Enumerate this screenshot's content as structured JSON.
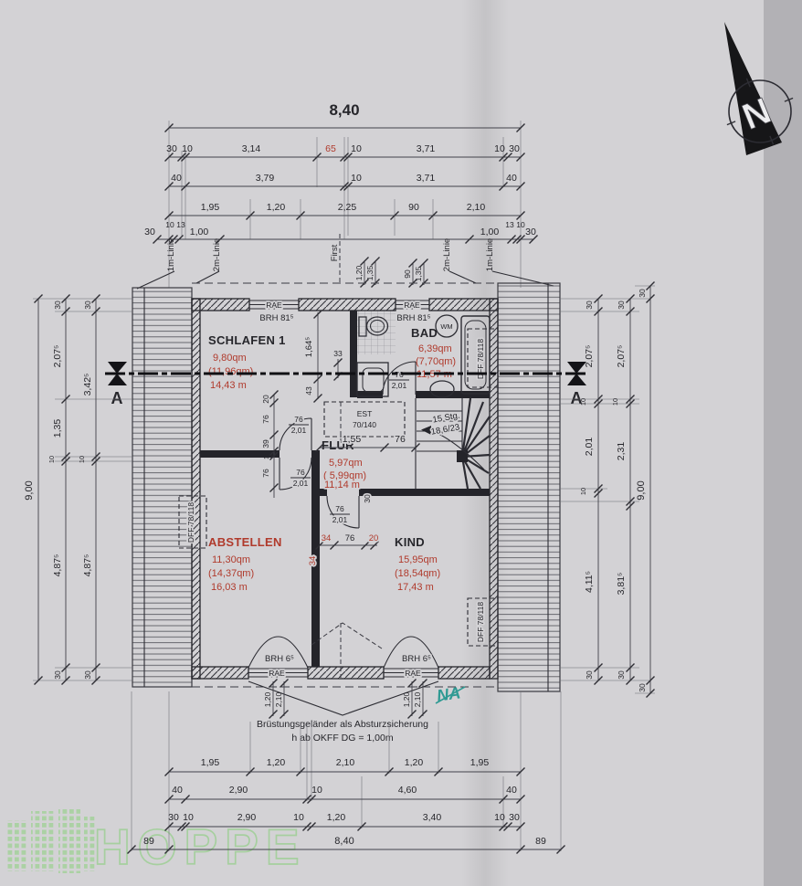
{
  "north": {
    "letter": "N"
  },
  "section": {
    "letter": "A"
  },
  "top": {
    "overall": "8,40",
    "r2": [
      "30",
      "10",
      "3,14",
      "65",
      "10",
      "3,71",
      "10",
      "30"
    ],
    "r3": [
      "40",
      "3,79",
      "10",
      "3,71",
      "40"
    ],
    "r4": [
      "1,95",
      "1,20",
      "2,25",
      "90",
      "2,10"
    ],
    "r5l": [
      "30",
      "10",
      "13",
      "1,00"
    ],
    "r5r": [
      "1,00",
      "13",
      "10",
      "30"
    ]
  },
  "roof": {
    "l1m": "1m-Linie",
    "l2m": "2m-Linie",
    "first": "First",
    "r2m": "2m-Linie",
    "r1m": "1m-Linie",
    "v120": "1,20",
    "v135": "1,35",
    "v90": "90"
  },
  "left": {
    "overall": "9,00",
    "c1": [
      "30",
      "2,07⁵",
      "1,35",
      "10",
      "4,87⁵",
      "30"
    ],
    "c2": [
      "30",
      "3,42⁵",
      "10",
      "4,87⁵",
      "30"
    ]
  },
  "right": {
    "c1": [
      "30",
      "2,07⁵",
      "10",
      "2,01",
      "10",
      "4,11⁵",
      "30"
    ],
    "c2": [
      "30",
      "2,07⁵",
      "10",
      "2,31",
      "3,81⁵",
      "30"
    ],
    "c3": [
      "30",
      "9,00",
      "30"
    ]
  },
  "bottom": {
    "r1": [
      "1,95",
      "1,20",
      "2,10",
      "1,20",
      "1,95"
    ],
    "r2": [
      "40",
      "2,90",
      "10",
      "4,60",
      "40"
    ],
    "r3": [
      "30",
      "10",
      "2,90",
      "10",
      "1,20",
      "3,40",
      "10",
      "30"
    ],
    "r4": [
      "89",
      "8,40",
      "89"
    ]
  },
  "rooms": {
    "schlafen": {
      "name": "SCHLAFEN 1",
      "area": "9,80qm",
      "area2": "(11,96qm)",
      "perimeter": "14,43 m"
    },
    "bad": {
      "name": "BAD",
      "area": "6,39qm",
      "area2": "(7,70qm)",
      "perimeter": "11,57 m"
    },
    "flur": {
      "name": "FLUR",
      "area": "5,97qm",
      "area2": "( 5,99qm)",
      "perimeter": "11,14 m"
    },
    "abstellen": {
      "name": "ABSTELLEN",
      "area": "11,30qm",
      "area2": "(14,37qm)",
      "perimeter": "16,03 m"
    },
    "kind": {
      "name": "KIND",
      "area": "15,95qm",
      "area2": "(18,54qm)",
      "perimeter": "17,43 m"
    }
  },
  "labels": {
    "rae": "RAE",
    "brh_top": "BRH 81⁵",
    "brh_bot": "BRH 6⁵",
    "dff": "DFF 78/118",
    "est1": "EST",
    "est2": "70/140",
    "wm": "WM"
  },
  "stair": {
    "count": "15 Stg.",
    "ratio": "18,6/23"
  },
  "idims": {
    "d1645": "1,64⁵",
    "d33": "33",
    "d43": "43",
    "d76": "76",
    "d201": "2,01",
    "d155": "1,55",
    "d20": "20",
    "d39": "39",
    "d10": "10",
    "d30": "30",
    "d34": "34",
    "d120": "1,20",
    "d210": "2,10"
  },
  "notes": {
    "line1": "Brüstungsgeländer als Absturzsicherung",
    "line2": "h ab OKFF DG = 1,00m",
    "hand": "NA"
  },
  "logo": {
    "text": "HOPPE"
  }
}
